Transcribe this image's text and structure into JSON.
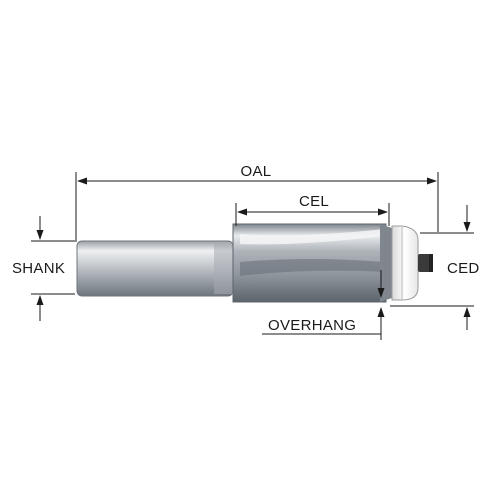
{
  "labels": {
    "oal": "OAL",
    "cel": "CEL",
    "shank": "SHANK",
    "ced": "CED",
    "overhang": "OVERHANG"
  },
  "colors": {
    "line": "#1a1a1a",
    "metal_light": "#f2f2f2",
    "metal_mid": "#b9bec4",
    "metal_dark": "#5f666e",
    "bearing": "#ffffff",
    "screw": "#3a3a3a"
  }
}
